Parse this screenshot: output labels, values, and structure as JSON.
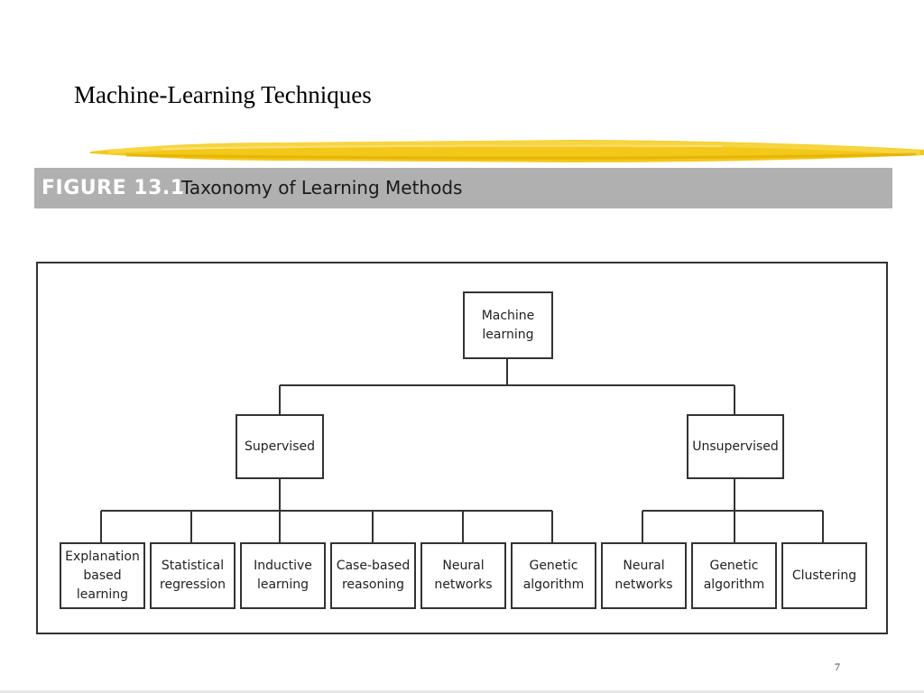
{
  "slide": {
    "title": "Machine-Learning Techniques",
    "page_number": "7"
  },
  "figure": {
    "number": "FIGURE 13.1",
    "title": "Taxonomy of Learning Methods"
  },
  "tree": {
    "root": "Machine\nlearning",
    "supervised": {
      "label": "Supervised",
      "children": [
        "Explanation\nbased\nlearning",
        "Statistical\nregression",
        "Inductive\nlearning",
        "Case-based\nreasoning",
        "Neural\nnetworks",
        "Genetic\nalgorithm"
      ]
    },
    "unsupervised": {
      "label": "Unsupervised",
      "children": [
        "Neural\nnetworks",
        "Genetic\nalgorithm",
        "Clustering"
      ]
    }
  },
  "colors": {
    "brush_stroke": "#f2c200",
    "figure_bar": "#b0b0b0",
    "figure_number_text": "#ffffff"
  }
}
